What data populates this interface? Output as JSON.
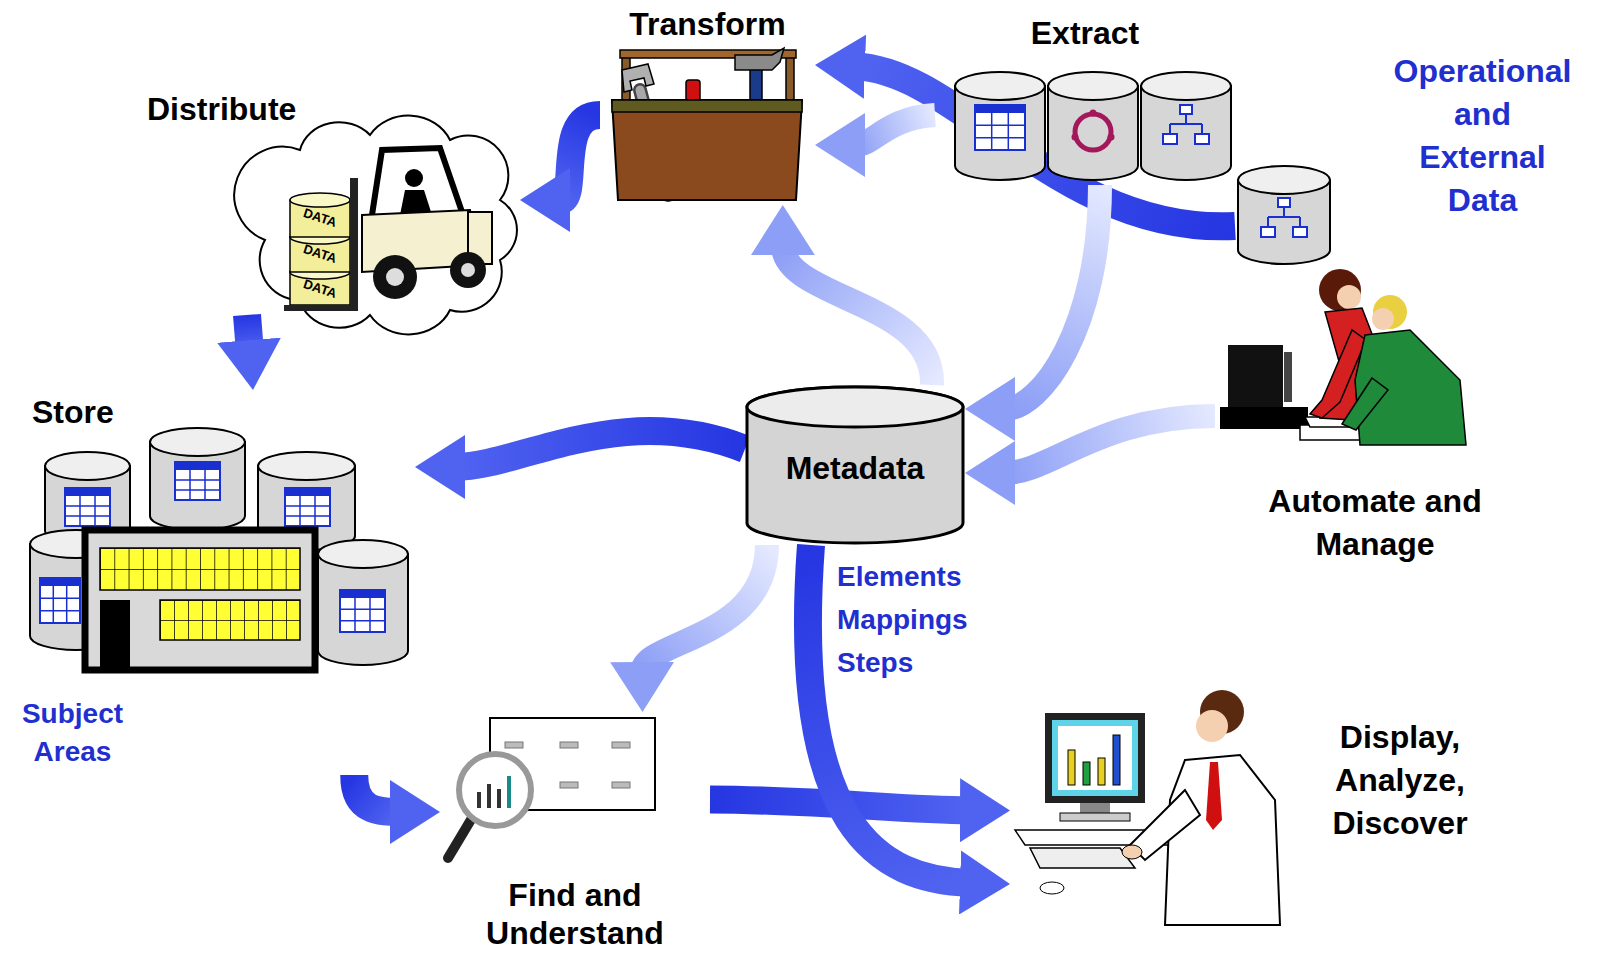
{
  "diagram": {
    "nodes": [
      {
        "text": [
          "Distribute"
        ]
      },
      {
        "text": [
          "Transform"
        ]
      },
      {
        "text": [
          "Extract"
        ]
      },
      {
        "text": [
          "Operational and External Data"
        ]
      },
      {
        "text": [
          "Automate and Manage"
        ]
      },
      {
        "text": [
          "Store",
          "Subject Areas"
        ]
      },
      {
        "text": [
          "Metadata"
        ]
      },
      {
        "text": [
          "Find and Understand"
        ]
      },
      {
        "text": [
          "Display, Analyze, Discover"
        ]
      }
    ],
    "edges": [
      {
        "from": 3,
        "to": 1,
        "arrow": "to"
      },
      {
        "from": 2,
        "to": 1,
        "arrow": "to"
      },
      {
        "from": 1,
        "to": 0,
        "arrow": "to"
      },
      {
        "from": 0,
        "to": 5,
        "arrow": "to"
      },
      {
        "from": 5,
        "to": 7,
        "arrow": "to"
      },
      {
        "from": 7,
        "to": 8,
        "arrow": "to"
      },
      {
        "from": 6,
        "to": 5,
        "arrow": "to"
      },
      {
        "from": 6,
        "to": 7,
        "arrow": "to"
      },
      {
        "from": 6,
        "to": 1,
        "arrow": "to"
      },
      {
        "from": 2,
        "to": 6,
        "arrow": "to"
      },
      {
        "from": 4,
        "to": 6,
        "arrow": "to"
      },
      {
        "from": 6,
        "to": 8,
        "arrow": "to"
      }
    ],
    "labels": [
      "DATA",
      "DATA",
      "DATA",
      "Elements Mappings Steps"
    ]
  }
}
